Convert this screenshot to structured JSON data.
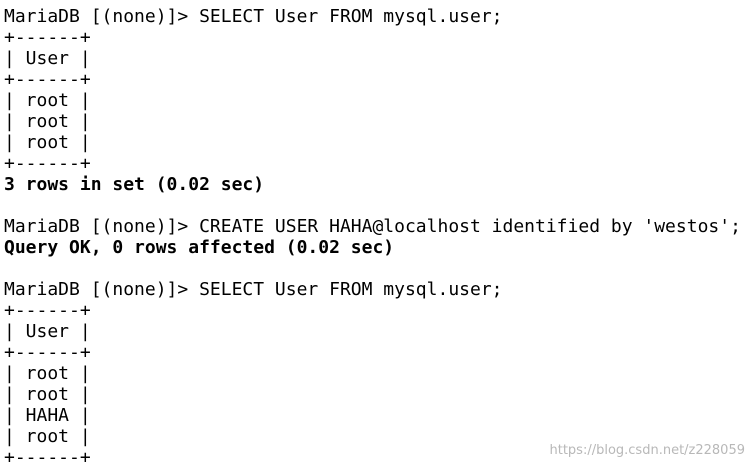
{
  "terminal": {
    "lines": [
      {
        "text": "MariaDB [(none)]> SELECT User FROM mysql.user;",
        "bold": false
      },
      {
        "text": "+------+",
        "bold": false
      },
      {
        "text": "| User |",
        "bold": false
      },
      {
        "text": "+------+",
        "bold": false
      },
      {
        "text": "| root |",
        "bold": false
      },
      {
        "text": "| root |",
        "bold": false
      },
      {
        "text": "| root |",
        "bold": false
      },
      {
        "text": "+------+",
        "bold": false
      },
      {
        "text": "3 rows in set (0.02 sec)",
        "bold": true
      },
      {
        "text": "",
        "bold": false
      },
      {
        "text": "MariaDB [(none)]> CREATE USER HAHA@localhost identified by 'westos';",
        "bold": false
      },
      {
        "text": "Query OK, 0 rows affected (0.02 sec)",
        "bold": true
      },
      {
        "text": "",
        "bold": false
      },
      {
        "text": "MariaDB [(none)]> SELECT User FROM mysql.user;",
        "bold": false
      },
      {
        "text": "+------+",
        "bold": false
      },
      {
        "text": "| User |",
        "bold": false
      },
      {
        "text": "+------+",
        "bold": false
      },
      {
        "text": "| root |",
        "bold": false
      },
      {
        "text": "| root |",
        "bold": false
      },
      {
        "text": "| HAHA |",
        "bold": false
      },
      {
        "text": "| root |",
        "bold": false
      },
      {
        "text": "+------+",
        "bold": false
      }
    ]
  },
  "watermark": "https://blog.csdn.net/z228059",
  "colors": {
    "background": "#ffffff",
    "text": "#000000",
    "watermark": "#b8b8b8"
  }
}
